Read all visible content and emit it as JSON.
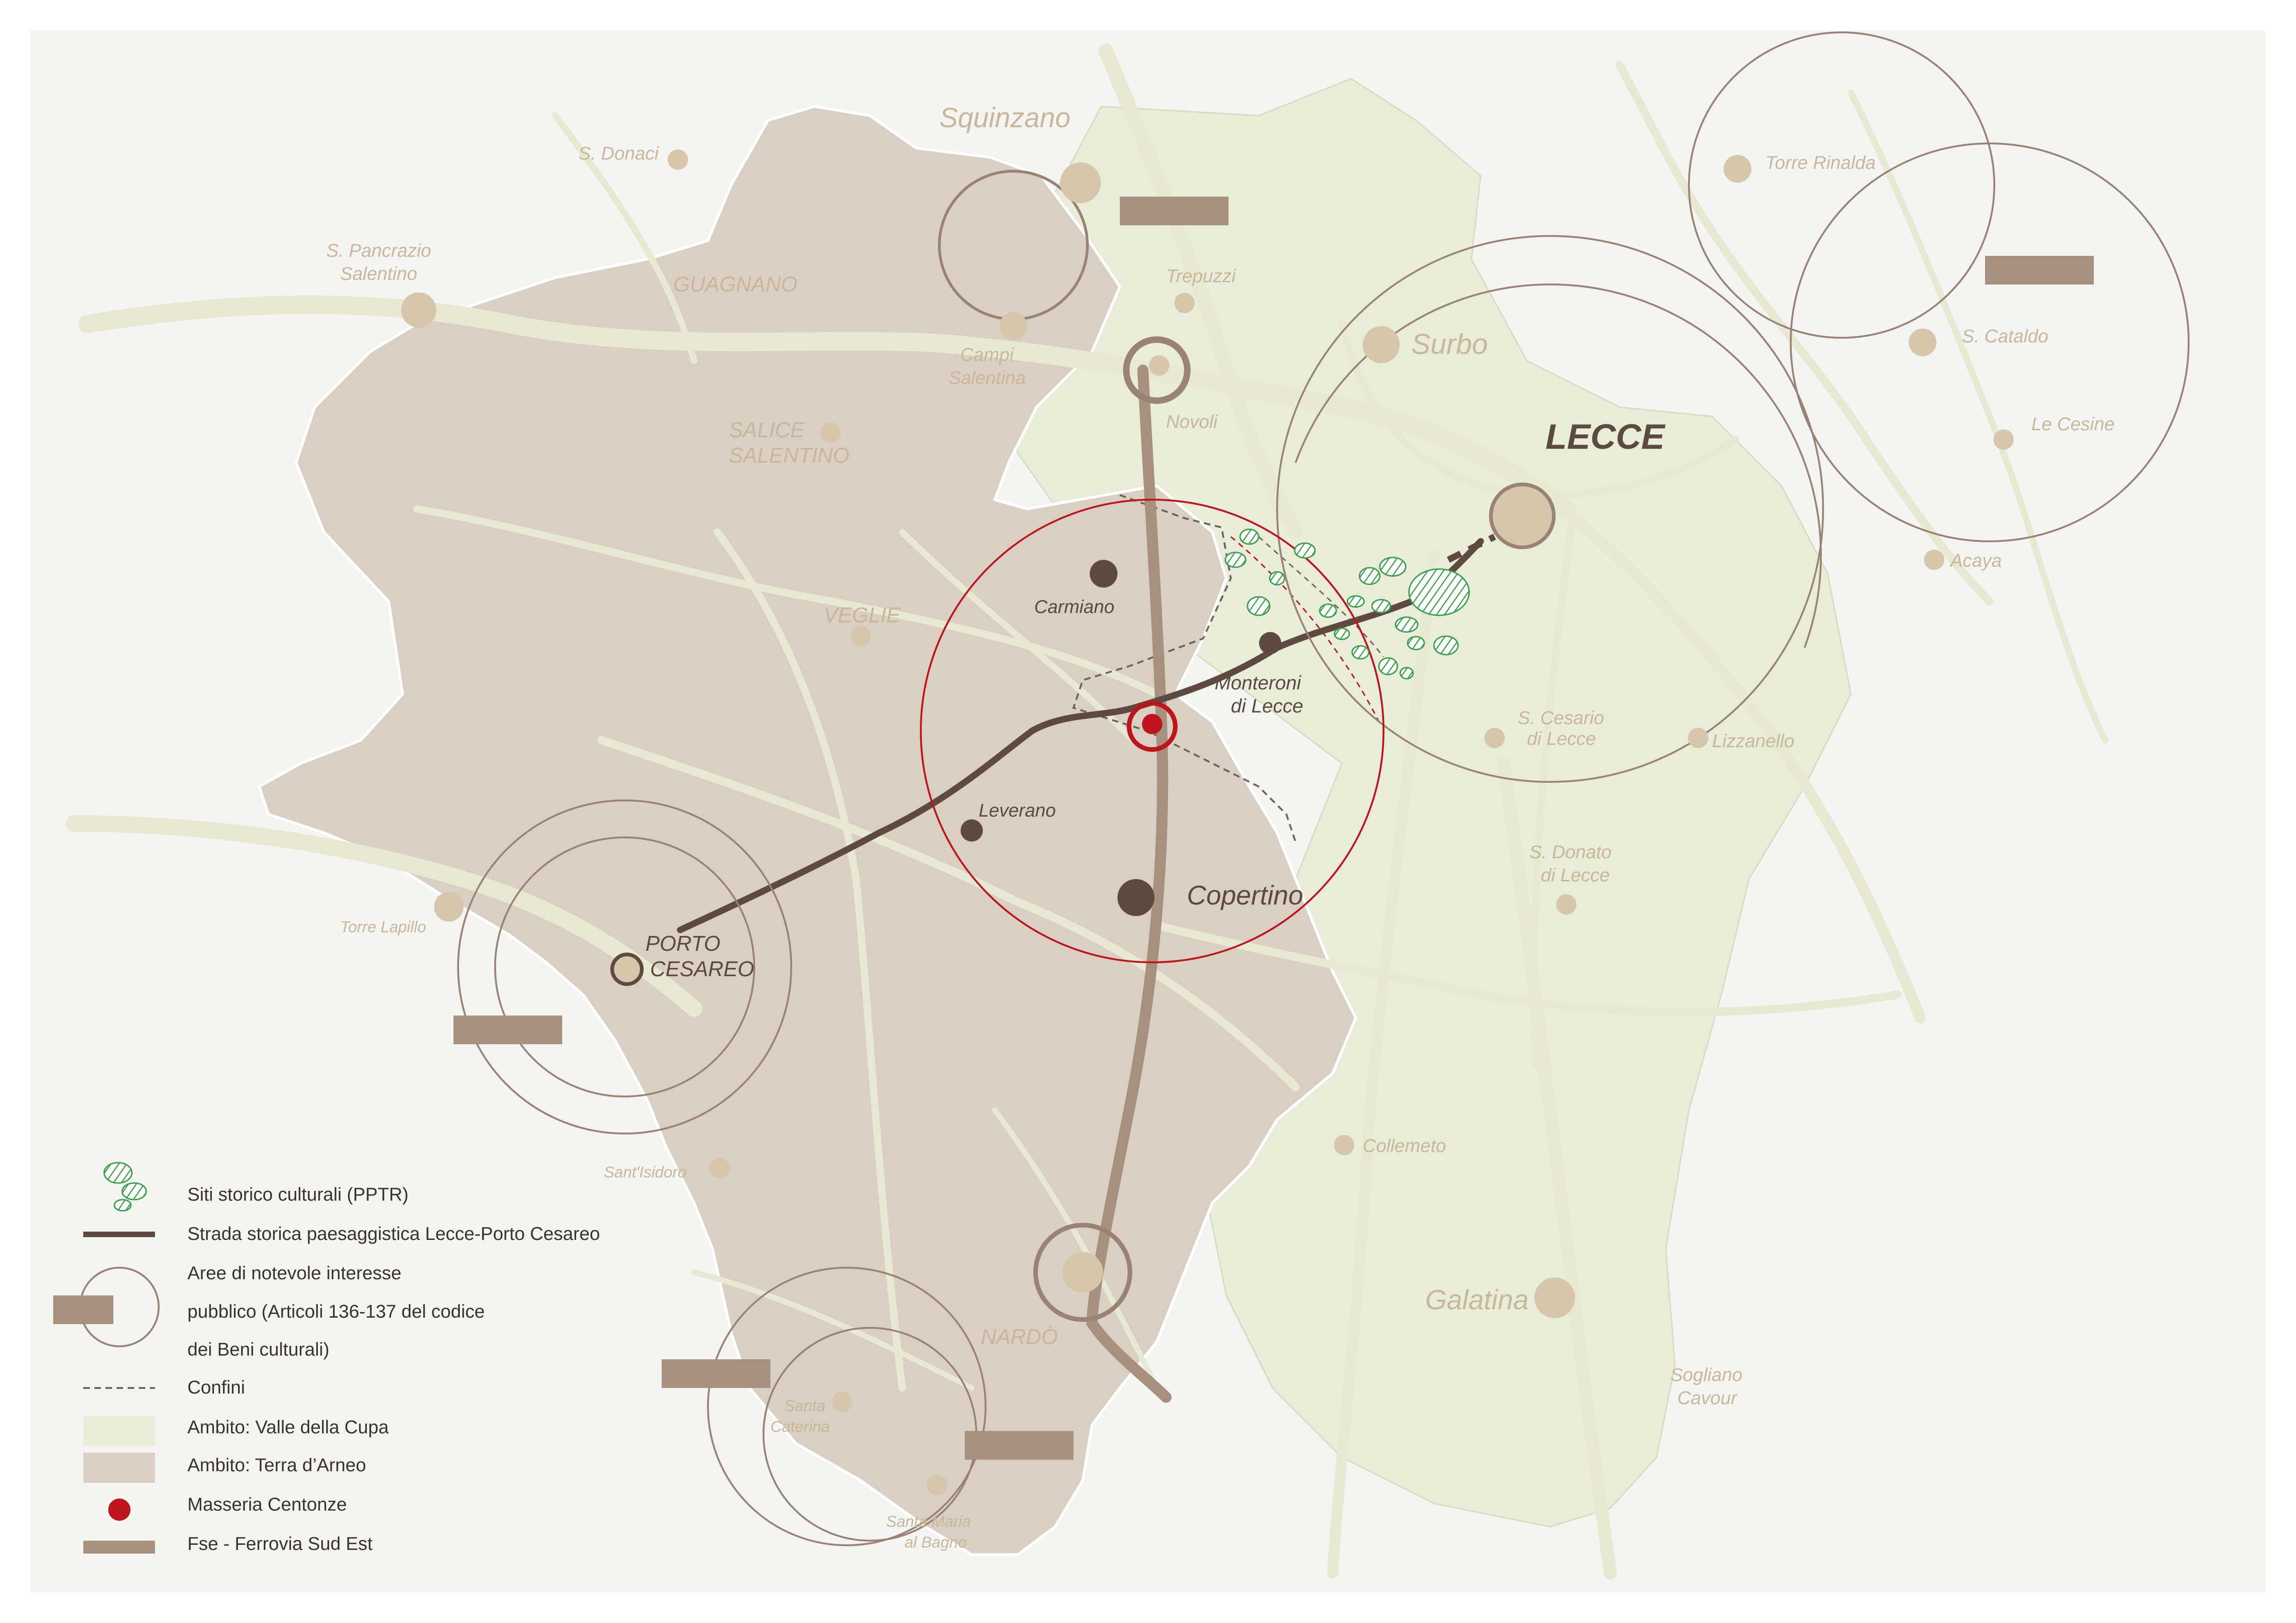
{
  "colors": {
    "background": "#f4f4f3",
    "terra_arneo": "#d9cfc2",
    "valle_cupa": "#e9ecd9",
    "road_light": "#e8e9d3",
    "route": "#5e4a40",
    "boundary": "#6f6258",
    "ferrovia": "#a8907f",
    "protected_ring": "#9a8374",
    "masseria": "#c0141d",
    "pptr": "#3aa04a",
    "town_light": "#d6c7ac",
    "town_dark": "#5e4a40"
  },
  "places": {
    "squinzano": "Squinzano",
    "s_donaci": "S. Donaci",
    "s_pancrazio_1": "S. Pancrazio",
    "s_pancrazio_2": "Salentino",
    "guagnano": "GUAGNANO",
    "trepuzzi": "Trepuzzi",
    "campi_1": "Campi",
    "campi_2": "Salentina",
    "novoli": "Novoli",
    "salice_1": "SALICE",
    "salice_2": "SALENTINO",
    "surbo": "Surbo",
    "lecce": "LECCE",
    "torre_rinalda": "Torre Rinalda",
    "s_cataldo": "S. Cataldo",
    "le_cesine": "Le Cesine",
    "acaya": "Acaya",
    "carmiano": "Carmiano",
    "veglie": "VEGLIE",
    "monteroni_1": "Monteroni",
    "monteroni_2": "di Lecce",
    "s_cesario_1": "S. Cesario",
    "s_cesario_2": "di Lecce",
    "lizzanello": "Lizzanello",
    "leverano": "Leverano",
    "copertino": "Copertino",
    "s_donato_1": "S. Donato",
    "s_donato_2": "di Lecce",
    "torre_lapillo": "Torre Lapillo",
    "porto_1": "PORTO",
    "porto_2": "CESAREO",
    "collemeto": "Collemeto",
    "sant_isidoro": "Sant'Isidoro",
    "galatina": "Galatina",
    "nardo": "NARDÒ",
    "santa_caterina_1": "Santa",
    "santa_caterina_2": "Caterina",
    "sogliano_1": "Sogliano",
    "sogliano_2": "Cavour",
    "santa_maria_1": "Santa Maria",
    "santa_maria_2": "al Bagno"
  },
  "legend": {
    "pptr": "Siti storico culturali (PPTR)",
    "strada": "Strada storica paesaggistica Lecce-Porto Cesareo",
    "aree_1": "Aree di notevole interesse",
    "aree_2": "pubblico (Articoli 136-137 del codice",
    "aree_3": "dei Beni culturali)",
    "confini": "Confini",
    "valle": "Ambito: Valle della Cupa",
    "terra": "Ambito: Terra d’Arneo",
    "masseria": "Masseria Centonze",
    "fse": "Fse - Ferrovia Sud Est"
  }
}
